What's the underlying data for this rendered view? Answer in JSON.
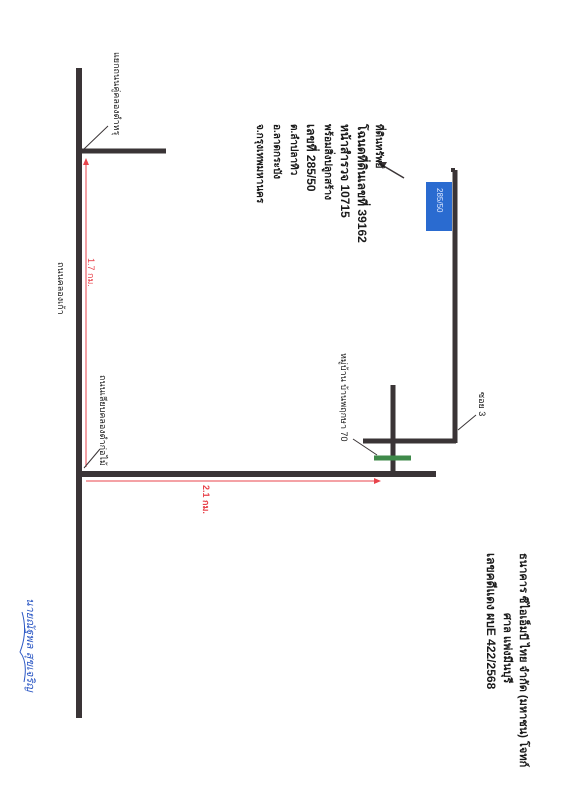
{
  "map": {
    "roads": {
      "main": "ถนนคลองเก้า",
      "canal": "แยกถนนคู่คลองตำหรุ",
      "village_road": "ถนนเลียบคลองตำก่อไม้",
      "village_70": "หมู่บ้าน บ้านพฤกษา 70",
      "soi": "ซอย 3"
    },
    "distances": {
      "d1": "1.7 กม.",
      "d2": "2.1 กม."
    },
    "marker": {
      "label": "285/50",
      "color": "#2a6bd0"
    },
    "property": {
      "title": "ที่ดินทรัพย์",
      "deed": "โฉนดที่ดินเลขที่ 39162",
      "survey": "หน้าสำรวจ 10715",
      "building": "พร้อมสิ่งปลูกสร้าง",
      "house_no": "เลขที่ 285/50",
      "district": "ต.ลำปลาทิว",
      "amphoe": "อ.ลาดกระบัง",
      "province": "จ.กรุงเทพมหานคร"
    },
    "court": {
      "line1": "ธนาคาร ซีไอเอ็มบี ไทย จำกัด (มหาชน) โจทก์",
      "line2": "ศาล แพ่งมีนบุรี",
      "line3": "เลขคดีแดง ผบE 422/2568"
    },
    "signature": "นายณัฐพล สุขเจริญ",
    "colors": {
      "road": "#3a3436",
      "distance": "#e8434b",
      "green": "#3f8a4a",
      "sign": "#2b57c4"
    }
  }
}
